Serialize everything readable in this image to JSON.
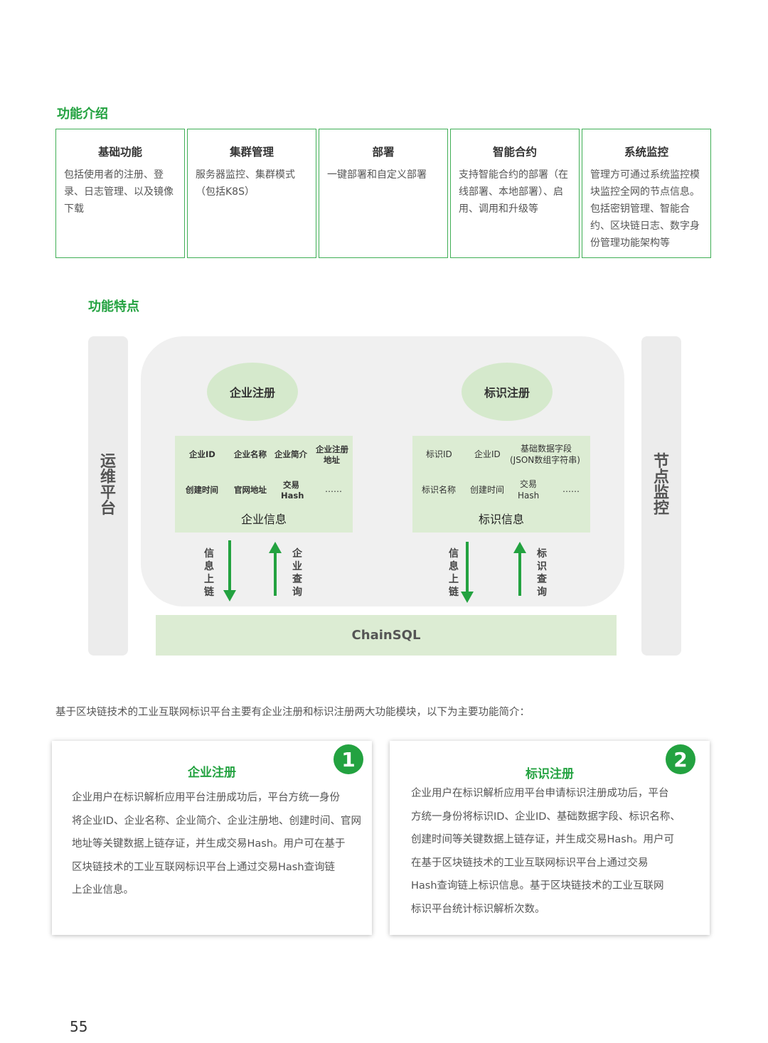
{
  "sections": {
    "intro_title": "功能介绍",
    "features_title": "功能特点"
  },
  "functions": [
    {
      "title": "基础功能",
      "desc": "包括使用者的注册、登录、日志管理、以及镜像下载"
    },
    {
      "title": "集群管理",
      "desc": "服务器监控、集群模式（包括K8S）"
    },
    {
      "title": "部署",
      "desc": "一键部署和自定义部署"
    },
    {
      "title": "智能合约",
      "desc": "支持智能合约的部署（在线部署、本地部署）、启用、调用和升级等"
    },
    {
      "title": "系统监控",
      "desc": "管理方可通过系统监控模块监控全网的节点信息。包括密钥管理、智能合约、区块链日志、数字身份管理功能架构等"
    }
  ],
  "diagram": {
    "left_bar": [
      "运",
      "维",
      "平",
      "台"
    ],
    "right_bar": [
      "节",
      "点",
      "监",
      "控"
    ],
    "enterprise": {
      "ellipse": "企业注册",
      "fields": [
        "企业ID",
        "企业名称",
        "企业简介",
        "企业注册",
        "地址",
        "创建时间",
        "官网地址",
        "交易",
        "Hash",
        "……"
      ],
      "box_title": "企业信息",
      "up_label": [
        "信",
        "息",
        "上",
        "链"
      ],
      "down_label": [
        "企",
        "业",
        "查",
        "询"
      ]
    },
    "identity": {
      "ellipse": "标识注册",
      "fields": [
        "标识ID",
        "企业ID",
        "基础数据字段",
        "(JSON数组字符串)",
        "标识名称",
        "创建时间",
        "交易",
        "Hash",
        "……"
      ],
      "box_title": "标识信息",
      "up_label": [
        "信",
        "息",
        "上",
        "链"
      ],
      "down_label": [
        "标",
        "识",
        "查",
        "询"
      ]
    },
    "chainsql": "ChainSQL"
  },
  "summary": "基于区块链技术的工业互联网标识平台主要有企业注册和标识注册两大功能模块，以下为主要功能简介：",
  "cards": [
    {
      "badge": "1",
      "title": "企业注册",
      "lines": [
        "企业用户在标识解析应用平台注册成功后，平台方统一身份",
        "将企业ID、企业名称、企业简介、企业注册地、创建时间、官网",
        "地址等关键数据上链存证，并生成交易Hash。用户可在基于",
        "区块链技术的工业互联网标识平台上通过交易Hash查询链",
        "上企业信息。"
      ]
    },
    {
      "badge": "2",
      "title": "标识注册",
      "lines": [
        "企业用户在标识解析应用平台申请标识注册成功后，平台",
        "方统一身份将标识ID、企业ID、基础数据字段、标识名称、",
        "创建时间等关键数据上链存证，并生成交易Hash。用户可",
        "在基于区块链技术的工业互联网标识平台上通过交易",
        "Hash查询链上标识信息。基于区块链技术的工业互联网",
        "标识平台统计标识解析次数。"
      ]
    }
  ],
  "page_number": "55",
  "colors": {
    "accent": "#23a240",
    "border": "#3fae55",
    "pale_green": "#dcecd3",
    "panel_gray": "#f0f0f0"
  }
}
